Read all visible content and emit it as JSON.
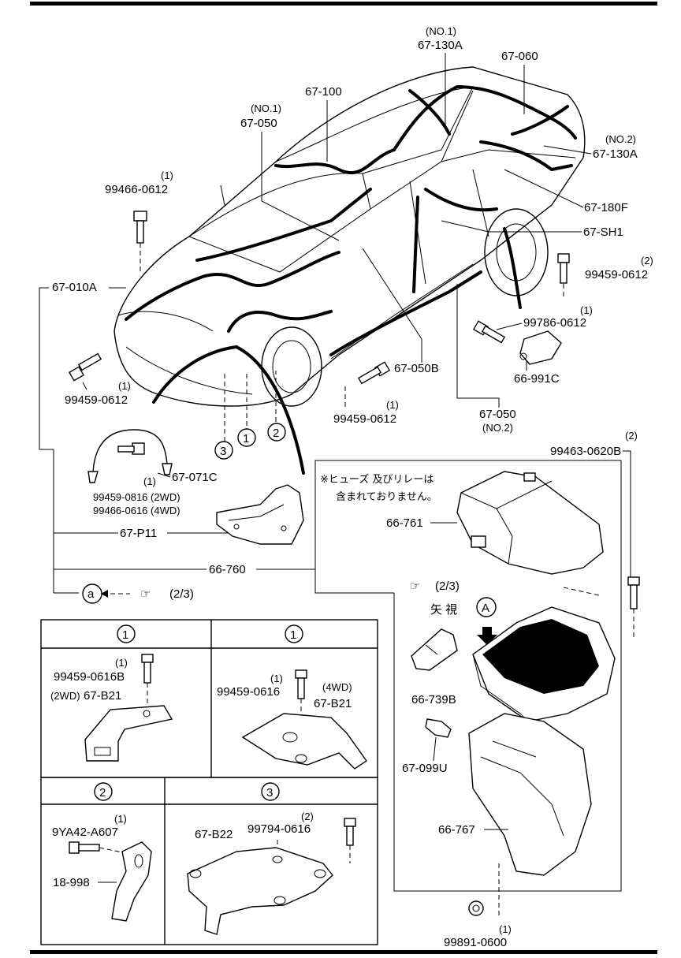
{
  "top_car": {
    "callouts": {
      "c_67_130a_no1_qty": "(NO.1)",
      "c_67_130a_no1": "67-130A",
      "c_67_060": "67-060",
      "c_67_100": "67-100",
      "c_67_050_no1_qty": "(NO.1)",
      "c_67_050_no1": "67-050",
      "c_67_130a_no2_qty": "(NO.2)",
      "c_67_130a_no2": "67-130A",
      "c_99466_0612_qty": "(1)",
      "c_99466_0612": "99466-0612",
      "c_67_180f": "67-180F",
      "c_67_sh1": "67-SH1",
      "c_99459_0612_r_qty": "(2)",
      "c_99459_0612_r": "99459-0612",
      "c_67_010a": "67-010A",
      "c_99786_0612_qty": "(1)",
      "c_99786_0612": "99786-0612",
      "c_99459_0612_l_qty": "(1)",
      "c_99459_0612_l": "99459-0612",
      "c_67_050b": "67-050B",
      "c_66_991c": "66-991C",
      "c_99459_0612_m_qty": "(1)",
      "c_99459_0612_m": "99459-0612",
      "c_67_050_no2": "67-050",
      "c_67_050_no2_qty": "(NO.2)",
      "c_99463_0620b_qty": "(2)",
      "c_99463_0620b": "99463-0620B",
      "c_67_071c": "67-071C",
      "c_99459_0816_qty": "(1)",
      "c_99459_0816": "99459-0816 (2WD)",
      "c_99466_0616": "99466-0616 (4WD)",
      "c_67_p11": "67-P11",
      "c_66_760": "66-760",
      "c_a_ref": "a",
      "c_a_ref_page": "(2/3)",
      "circle_1": "1",
      "circle_2": "2",
      "circle_3": "3"
    }
  },
  "fuse_box_panel": {
    "note_line1": "※ヒューズ 及びリレーは",
    "note_line2": "含まれておりません。",
    "c_66_761": "66-761",
    "ref_page": "(2/3)",
    "view_label": "矢 視",
    "view_letter": "A",
    "c_66_739b": "66-739B",
    "c_67_099u": "67-099U",
    "c_66_767": "66-767",
    "c_99891_0600_qty": "(1)",
    "c_99891_0600": "99891-0600"
  },
  "detail_1a": {
    "header": "1",
    "bolt_qty": "(1)",
    "bolt": "99459-0616B",
    "bracket_variant": "(2WD)",
    "bracket": "67-B21"
  },
  "detail_1b": {
    "header": "1",
    "bolt_qty": "(1)",
    "bolt": "99459-0616",
    "bracket_variant": "(4WD)",
    "bracket": "67-B21"
  },
  "detail_2": {
    "header": "2",
    "bolt_qty": "(1)",
    "bolt": "9YA42-A607",
    "bracket": "18-998"
  },
  "detail_3": {
    "header": "3",
    "bracket": "67-B22",
    "bolt_qty": "(2)",
    "bolt": "99794-0616"
  }
}
